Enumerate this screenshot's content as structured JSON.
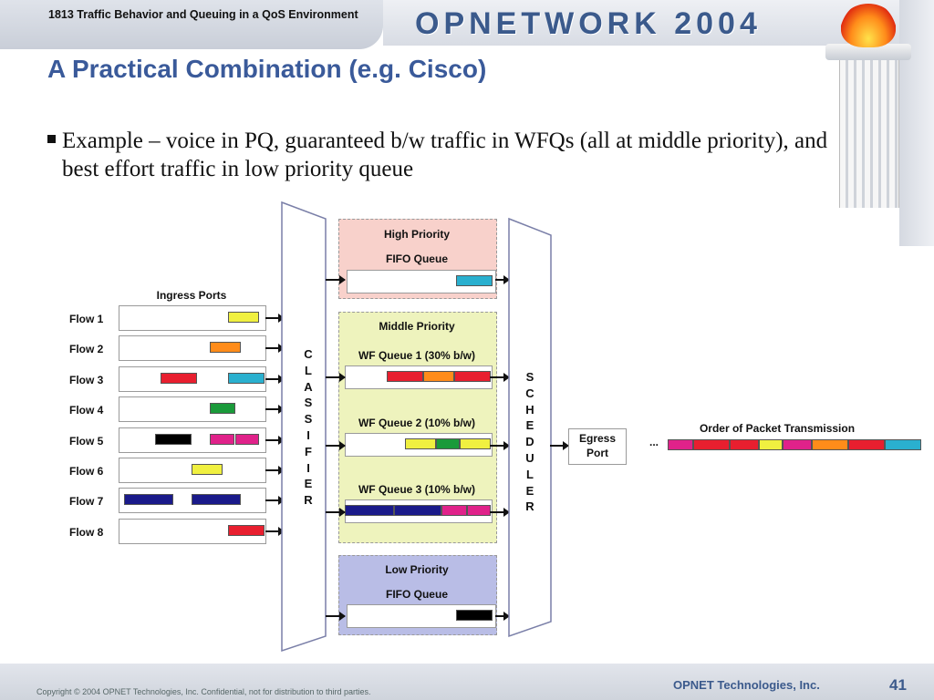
{
  "header": {
    "presentation_title": "1813 Traffic Behavior and Queuing in a QoS Environment",
    "brand": "OPNETWORK 2004"
  },
  "slide": {
    "title": "A Practical Combination (e.g. Cisco)",
    "bullet": "Example – voice in PQ, guaranteed b/w traffic in WFQs (all at middle priority), and best effort traffic in low priority queue"
  },
  "diagram": {
    "ingress_title": "Ingress Ports",
    "flows": [
      {
        "label": "Flow 1",
        "packets": [
          "#f0f040"
        ]
      },
      {
        "label": "Flow 2",
        "packets": [
          "#ff8c1a"
        ]
      },
      {
        "label": "Flow 3",
        "packets": [
          "#e81f2f",
          "#2ab0cf"
        ]
      },
      {
        "label": "Flow 4",
        "packets": [
          "#1a9a3a"
        ]
      },
      {
        "label": "Flow 5",
        "packets": [
          "#000000",
          "#e0228a",
          "#e0228a"
        ]
      },
      {
        "label": "Flow 6",
        "packets": [
          "#f0f040"
        ]
      },
      {
        "label": "Flow 7",
        "packets": [
          "#1a1a8a",
          "#1a1a8a"
        ]
      },
      {
        "label": "Flow 8",
        "packets": [
          "#e81f2f"
        ]
      }
    ],
    "classifier_label": "CLASSIFIER",
    "high_priority": {
      "title": "High Priority",
      "subtitle": "FIFO Queue",
      "packets": [
        "#2ab0cf"
      ],
      "bg": "#f8d1cb"
    },
    "middle_priority": {
      "title": "Middle Priority",
      "bg": "#eef3bd",
      "queues": [
        {
          "label": "WF Queue 1 (30% b/w)",
          "packets": [
            "#e81f2f",
            "#ff8c1a",
            "#e81f2f"
          ]
        },
        {
          "label": "WF Queue 2 (10% b/w)",
          "packets": [
            "#f0f040",
            "#1a9a3a",
            "#f0f040"
          ]
        },
        {
          "label": "WF Queue 3 (10% b/w)",
          "packets": [
            "#1a1a8a",
            "#1a1a8a",
            "#e0228a",
            "#e0228a"
          ]
        }
      ]
    },
    "low_priority": {
      "title": "Low Priority",
      "subtitle": "FIFO Queue",
      "packets": [
        "#000000"
      ],
      "bg": "#b9bde6"
    },
    "scheduler_label": "SCHEDULER",
    "egress_label": "Egress Port",
    "ellipsis": "...",
    "order_title": "Order of Packet Transmission",
    "order_packets": [
      "#e0228a",
      "#e81f2f",
      "#e81f2f",
      "#f0f040",
      "#e0228a",
      "#ff8c1a",
      "#e81f2f",
      "#2ab0cf"
    ]
  },
  "footer": {
    "copyright": "Copyright © 2004 OPNET Technologies, Inc.  Confidential, not for distribution to third parties.",
    "company": "OPNET Technologies, Inc.",
    "page": "41"
  }
}
